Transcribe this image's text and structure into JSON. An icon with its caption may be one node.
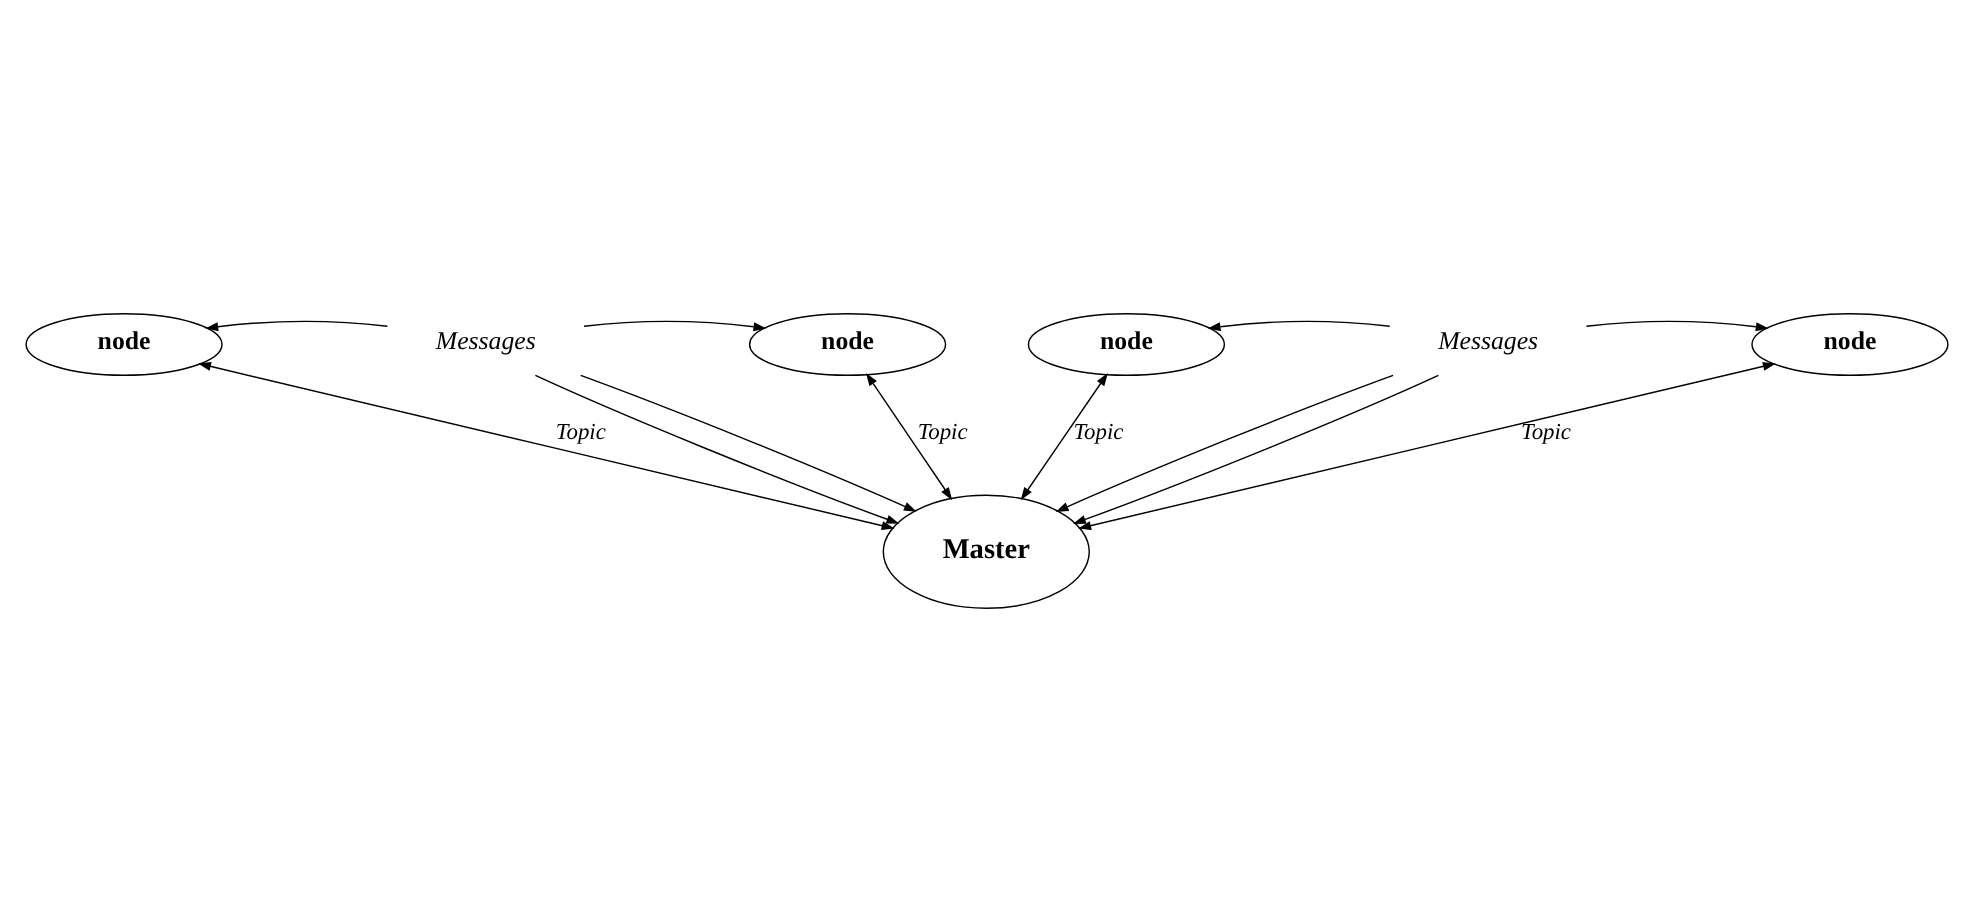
{
  "diagram": {
    "nodes": [
      {
        "text": [
          "node"
        ]
      },
      {
        "text": [
          "Messages"
        ]
      },
      {
        "text": [
          "node"
        ]
      },
      {
        "text": [
          "Master"
        ]
      },
      {
        "text": [
          "node"
        ]
      },
      {
        "text": [
          "Messages"
        ]
      },
      {
        "text": [
          "node"
        ]
      }
    ],
    "edges": [
      {
        "from": 0,
        "to": 3,
        "arrow": "both",
        "label": "Topic"
      },
      {
        "from": 2,
        "to": 3,
        "arrow": "both",
        "label": "Topic"
      },
      {
        "from": 4,
        "to": 3,
        "arrow": "both",
        "label": "Topic"
      },
      {
        "from": 6,
        "to": 3,
        "arrow": "both",
        "label": "Topic"
      },
      {
        "from": 1,
        "to": 0,
        "arrow": "to"
      },
      {
        "from": 1,
        "to": 3,
        "arrow": "to"
      },
      {
        "from": 1,
        "to": 2,
        "arrow": "to"
      },
      {
        "from": 1,
        "to": 3,
        "arrow": "to"
      },
      {
        "from": 5,
        "to": 4,
        "arrow": "to"
      },
      {
        "from": 5,
        "to": 3,
        "arrow": "to"
      },
      {
        "from": 5,
        "to": 6,
        "arrow": "to"
      },
      {
        "from": 5,
        "to": 3,
        "arrow": "to"
      }
    ]
  }
}
